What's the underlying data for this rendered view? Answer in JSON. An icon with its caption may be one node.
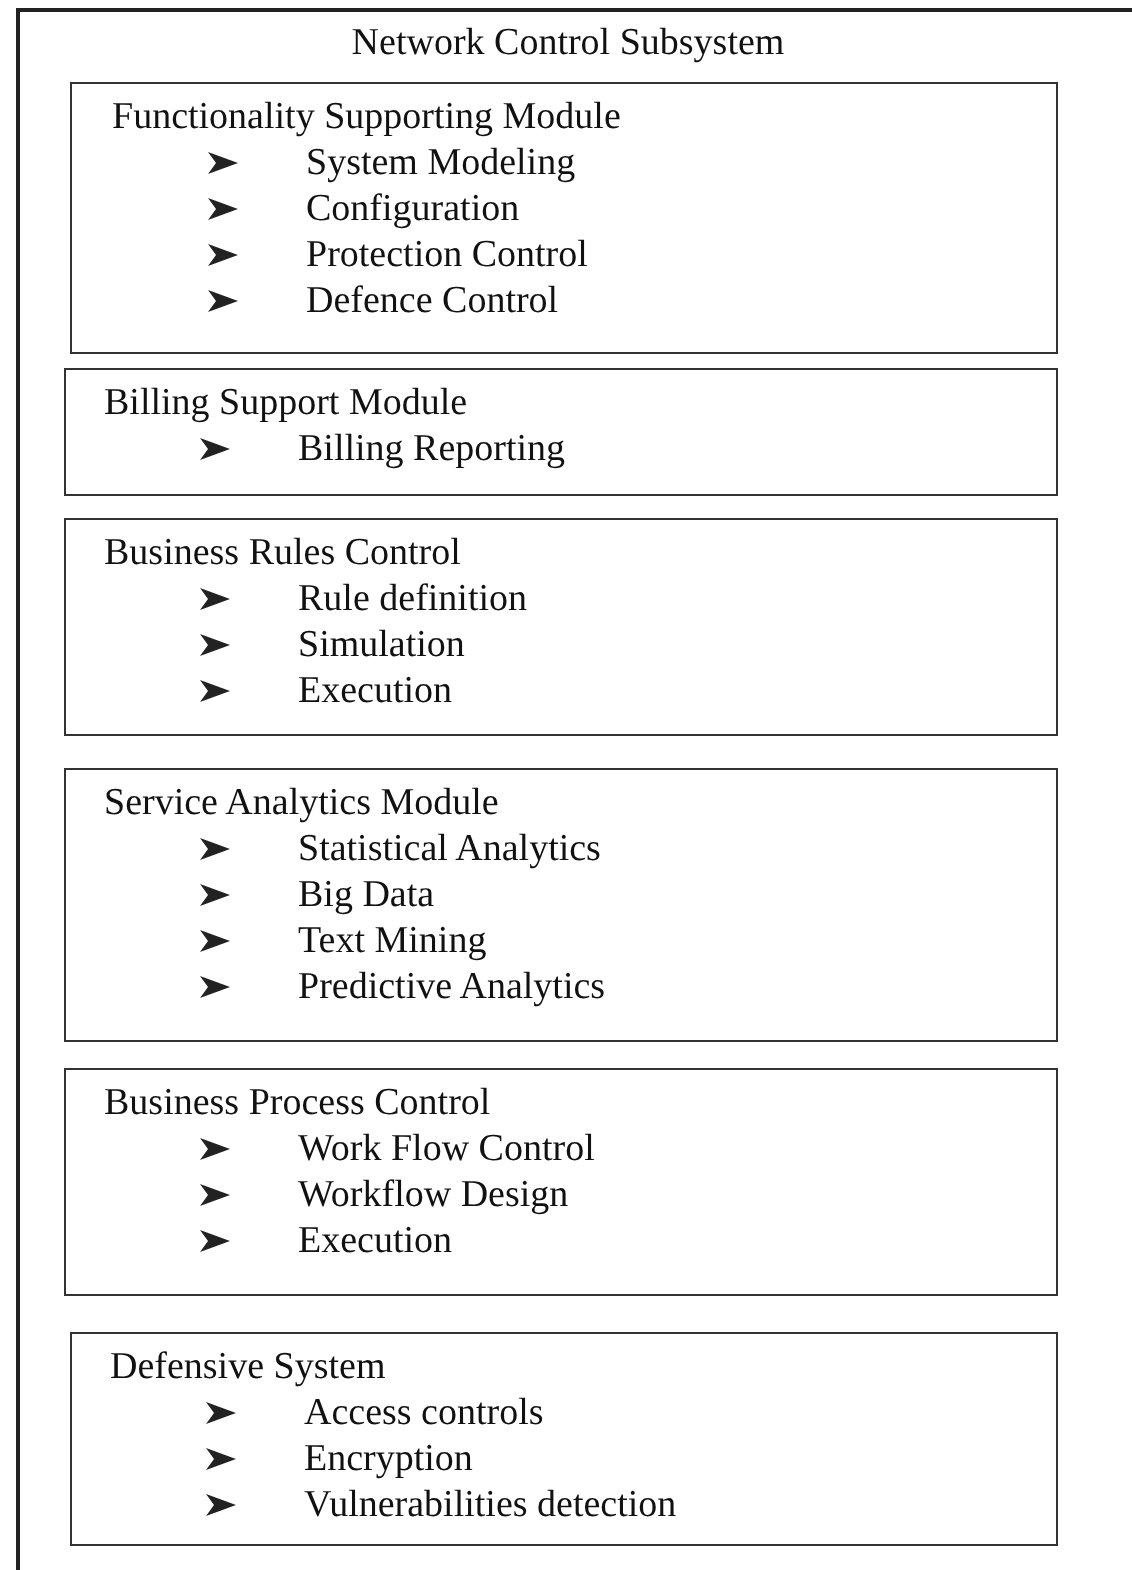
{
  "diagram": {
    "nodes": [
      {
        "text": [
          "Network Control Subsystem"
        ]
      },
      {
        "text": [
          "Functionality Supporting Module",
          "System Modeling",
          "Configuration",
          "Protection Control",
          "Defence Control"
        ],
        "in": 0
      },
      {
        "text": [
          "Billing Support Module",
          "Billing Reporting"
        ],
        "in": 0
      },
      {
        "text": [
          "Business Rules Control",
          "Rule definition",
          "Simulation",
          "Execution"
        ],
        "in": 0
      },
      {
        "text": [
          "Service Analytics Module",
          "Statistical Analytics",
          "Big Data",
          "Text Mining",
          "Predictive Analytics"
        ],
        "in": 0
      },
      {
        "text": [
          "Business Process Control",
          "Work Flow Control",
          "Workflow Design",
          "Execution"
        ],
        "in": 0
      },
      {
        "text": [
          "Defensive System",
          "Access controls",
          "Encryption",
          "Vulnerabilities detection"
        ],
        "in": 0
      }
    ]
  }
}
